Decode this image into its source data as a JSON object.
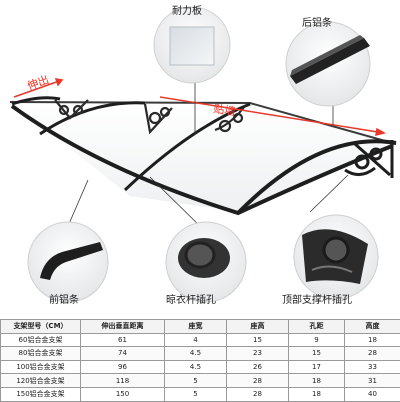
{
  "labels": {
    "panel": "耐力板",
    "rear_strip": "后铝条",
    "extend": "伸出",
    "wall": "贴墙",
    "front_strip": "前铝条",
    "hanger_hole": "晾衣杆插孔",
    "top_hole": "顶部支撑杆插孔"
  },
  "colors": {
    "accent": "#e8392b",
    "frame": "#1e1e1e"
  },
  "table": {
    "headers": [
      "支架型号（CM）",
      "伸出垂直距离",
      "座宽",
      "座高",
      "孔距",
      "高度"
    ],
    "rows": [
      [
        "60铝合金支架",
        "61",
        "4",
        "15",
        "9",
        "18"
      ],
      [
        "80铝合金支架",
        "74",
        "4.5",
        "23",
        "15",
        "28"
      ],
      [
        "100铝合金支架",
        "96",
        "4.5",
        "26",
        "17",
        "33"
      ],
      [
        "120铝合金支架",
        "118",
        "5",
        "28",
        "18",
        "31"
      ],
      [
        "150铝合金支架",
        "150",
        "5",
        "28",
        "18",
        "40"
      ]
    ]
  }
}
